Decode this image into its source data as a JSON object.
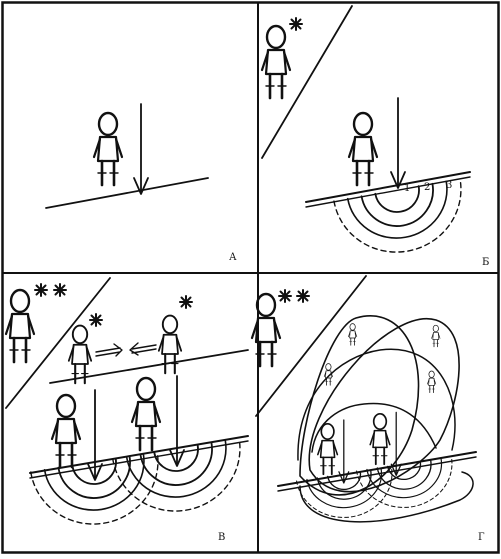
{
  "panels": {
    "a": {
      "label": "А"
    },
    "b": {
      "label": "Б",
      "ring_numbers": [
        "1",
        "2",
        "3"
      ]
    },
    "c": {
      "label": "В"
    },
    "d": {
      "label": "Г"
    }
  },
  "figures": {
    "person_icon": "stick-person-icon",
    "star_icon": "star-icon",
    "arrow_icon": "arrow-down-icon",
    "double_arrow_icon": "double-arrow-icon"
  },
  "colors": {
    "ink": "#111111",
    "background": "#ffffff"
  }
}
